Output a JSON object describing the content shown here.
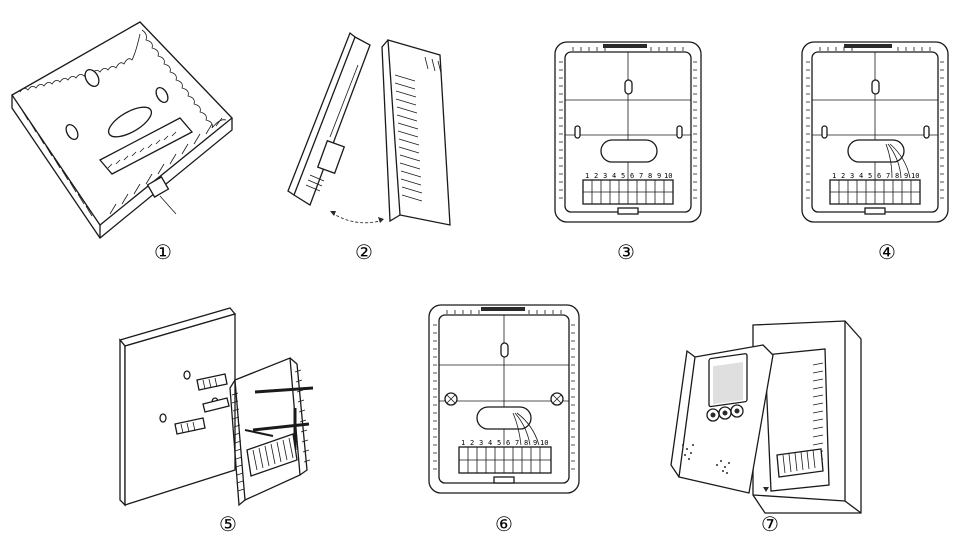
{
  "steps": [
    {
      "id": 1,
      "label": "①"
    },
    {
      "id": 2,
      "label": "②"
    },
    {
      "id": 3,
      "label": "③"
    },
    {
      "id": 4,
      "label": "④"
    },
    {
      "id": 5,
      "label": "⑤"
    },
    {
      "id": 6,
      "label": "⑥"
    },
    {
      "id": 7,
      "label": "⑦"
    }
  ],
  "terminal_numbers": [
    "1",
    "2",
    "3",
    "4",
    "5",
    "6",
    "7",
    "8",
    "9",
    "10"
  ]
}
